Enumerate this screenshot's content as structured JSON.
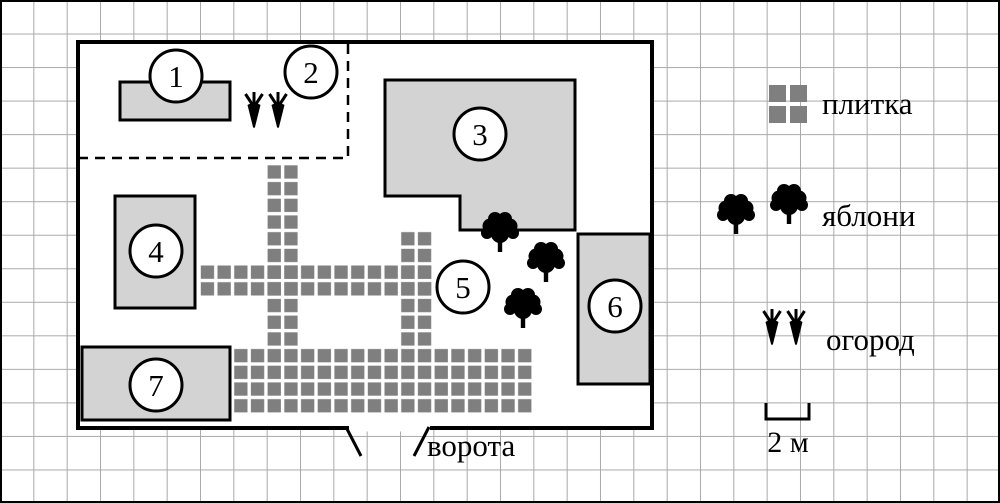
{
  "figure": {
    "type": "plot-plan",
    "markers": [
      {
        "label": "1"
      },
      {
        "label": "2"
      },
      {
        "label": "3"
      },
      {
        "label": "4"
      },
      {
        "label": "5"
      },
      {
        "label": "6"
      },
      {
        "label": "7"
      }
    ],
    "gates_label": "ворота",
    "legend": {
      "items": [
        {
          "icon": "tiles-icon",
          "label": "плитка"
        },
        {
          "icon": "apple-trees-icon",
          "label": "яблони"
        },
        {
          "icon": "carrots-icon",
          "label": "огород"
        }
      ],
      "scale_label": "2 м"
    },
    "colors": {
      "building_fill": "#d3d3d3",
      "tile_fill": "#7f7f7f",
      "grid_line": "#a9a9a9",
      "outline": "#000000"
    }
  }
}
